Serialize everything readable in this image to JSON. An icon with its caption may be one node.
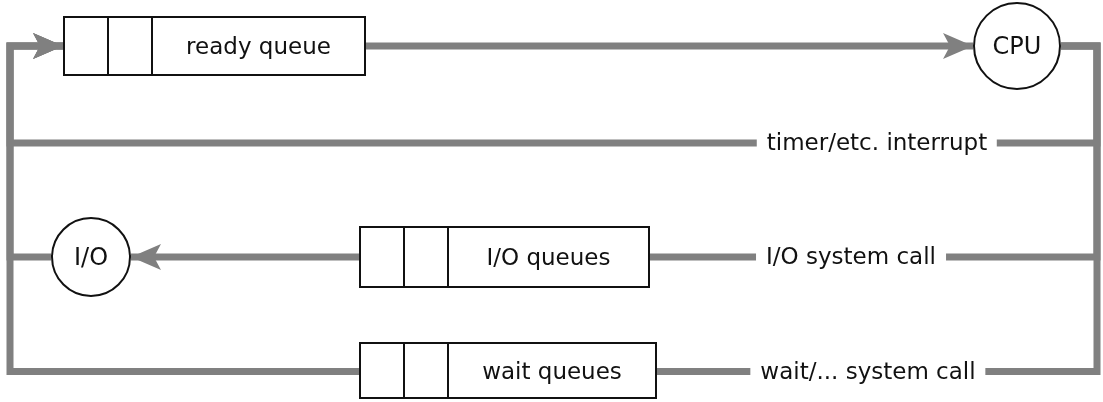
{
  "diagram": {
    "nodes": [
      {
        "text": [
          "ready queue"
        ]
      },
      {
        "text": [
          "CPU"
        ]
      },
      {
        "text": [
          "I/O"
        ]
      },
      {
        "text": [
          "I/O queues"
        ]
      },
      {
        "text": [
          "wait queues"
        ]
      }
    ],
    "edges": [
      {
        "from": 0,
        "to": 1,
        "arrow": "to"
      },
      {
        "from": 1,
        "to": 0,
        "arrow": "to",
        "label": "timer/etc. interrupt"
      },
      {
        "from": 1,
        "to": 3,
        "arrow": "none",
        "label": "I/O system call"
      },
      {
        "from": 3,
        "to": 2,
        "arrow": "to"
      },
      {
        "from": 2,
        "to": 0,
        "arrow": "to"
      },
      {
        "from": 1,
        "to": 4,
        "arrow": "none",
        "label": "wait/... system call"
      },
      {
        "from": 4,
        "to": 0,
        "arrow": "to"
      }
    ]
  }
}
